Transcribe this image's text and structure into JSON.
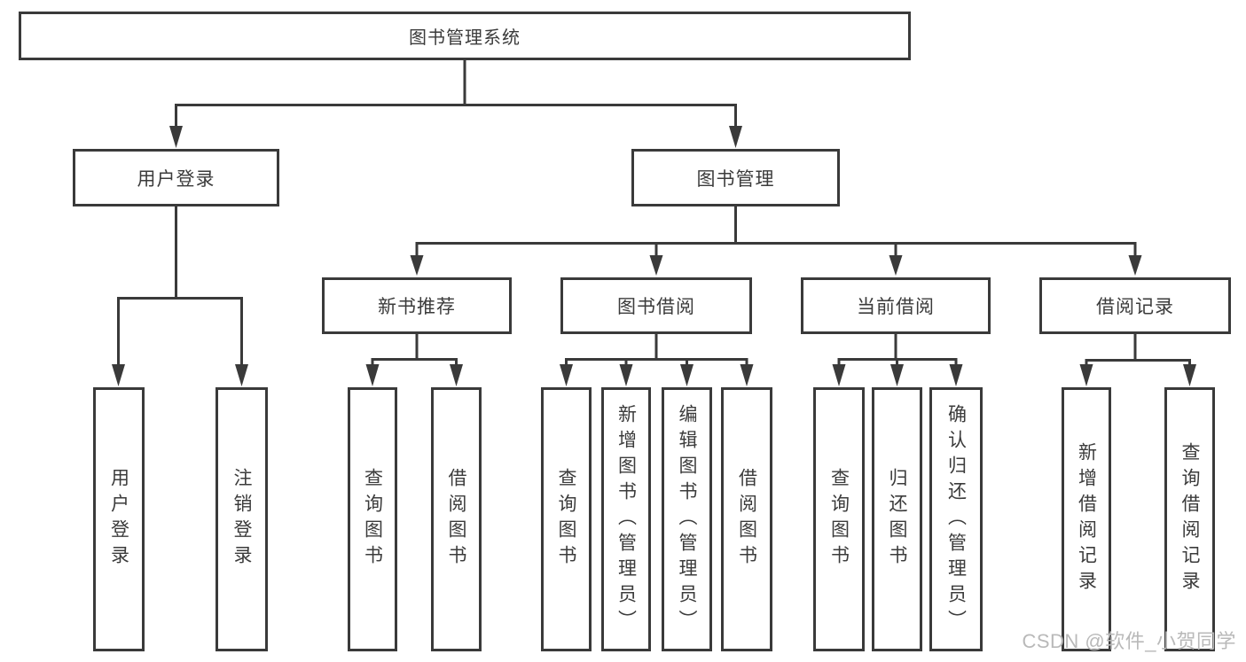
{
  "diagram": {
    "root": {
      "label": "图书管理系统"
    },
    "level2": [
      {
        "label": "用户登录"
      },
      {
        "label": "图书管理"
      }
    ],
    "level3": [
      {
        "label": "新书推荐"
      },
      {
        "label": "图书借阅"
      },
      {
        "label": "当前借阅"
      },
      {
        "label": "借阅记录"
      }
    ],
    "leaves": {
      "user_login": [
        "用户登录",
        "注销登录"
      ],
      "new_book_recommend": [
        "查询图书",
        "借阅图书"
      ],
      "book_borrow": [
        "查询图书",
        "新增图书（管理员）",
        "编辑图书（管理员）",
        "借阅图书"
      ],
      "current_borrow": [
        "查询图书",
        "归还图书",
        "确认归还（管理员）"
      ],
      "borrow_records": [
        "新增借阅记录",
        "查询借阅记录"
      ]
    }
  },
  "watermark": {
    "text": "CSDN @软件_小贺同学"
  },
  "colors": {
    "line": "#3a3a3a",
    "text": "#3b3b3b",
    "background": "#ffffff",
    "watermark": "#b9b9b9"
  }
}
